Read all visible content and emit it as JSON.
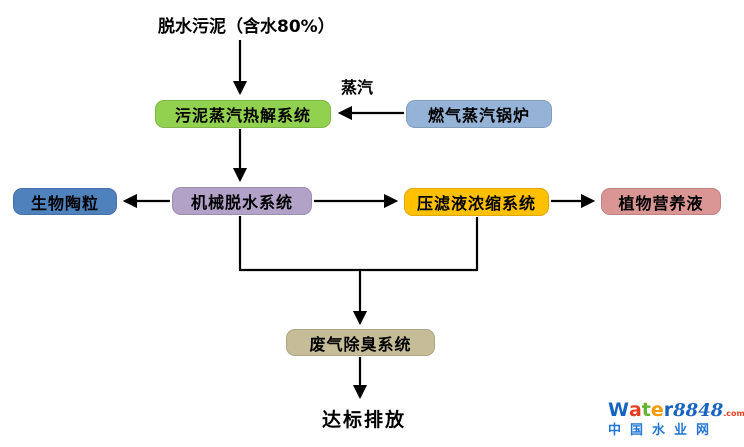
{
  "diagram": {
    "source_label": "脱水污泥（含水80%）",
    "steam_label": "蒸汽",
    "discharge_label": "达标排放",
    "line_color": "#000000",
    "nodes": {
      "pyrolysis": {
        "label": "污泥蒸汽热解系统",
        "color": "#92D050"
      },
      "boiler": {
        "label": "燃气蒸汽锅炉",
        "color": "#95B3D7"
      },
      "ceramsite": {
        "label": "生物陶粒",
        "color": "#4F81BD"
      },
      "dewatering": {
        "label": "机械脱水系统",
        "color": "#B3A2C7"
      },
      "concentration": {
        "label": "压滤液浓缩系统",
        "color": "#FFC000"
      },
      "nutrient": {
        "label": "植物营养液",
        "color": "#D99694"
      },
      "deodorization": {
        "label": "废气除臭系统",
        "color": "#C4BD97"
      }
    }
  },
  "logo": {
    "word_letters": [
      {
        "ch": "W",
        "color": "#1664C0"
      },
      {
        "ch": "a",
        "color": "#E53E20"
      },
      {
        "ch": "t",
        "color": "#65B32E"
      },
      {
        "ch": "e",
        "color": "#F59B00"
      },
      {
        "ch": "r",
        "color": "#1664C0"
      }
    ],
    "number": "8848",
    "number_color": "#1664C0",
    "tld": ".com",
    "tld_color": "#E53E20",
    "site_name": "中国水业网",
    "site_color": "#2277D6"
  }
}
